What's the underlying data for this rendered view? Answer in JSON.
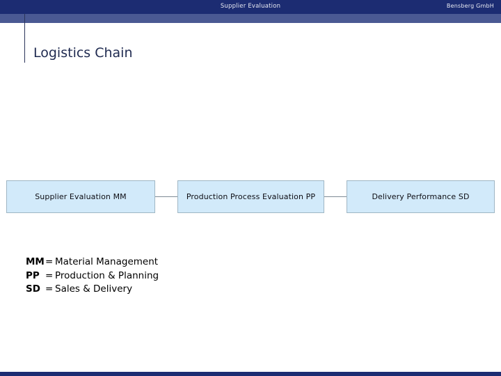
{
  "header": {
    "title": "Supplier Evaluation",
    "company": "Bensberg GmbH",
    "bar_color": "#1c2c72",
    "band_color": "#4a5993",
    "text_color": "#e8eaf2"
  },
  "slide": {
    "title": "Logistics Chain",
    "title_color": "#1f2a50"
  },
  "flow": {
    "box_fill": "#d2eafa",
    "box_border": "#9fb6c4",
    "connector_color": "#7d8b96",
    "boxes": [
      {
        "label": "Supplier Evaluation MM"
      },
      {
        "label": "Production Process Evaluation PP"
      },
      {
        "label": "Delivery Performance SD"
      }
    ]
  },
  "legend": {
    "rows": [
      {
        "abbr": "MM",
        "eq": "=",
        "text": "Material Management"
      },
      {
        "abbr": "PP",
        "eq": "=",
        "text": "Production & Planning"
      },
      {
        "abbr": "SD",
        "eq": "=",
        "text": "Sales & Delivery"
      }
    ]
  },
  "footer": {
    "bar_color": "#1c2c72"
  }
}
